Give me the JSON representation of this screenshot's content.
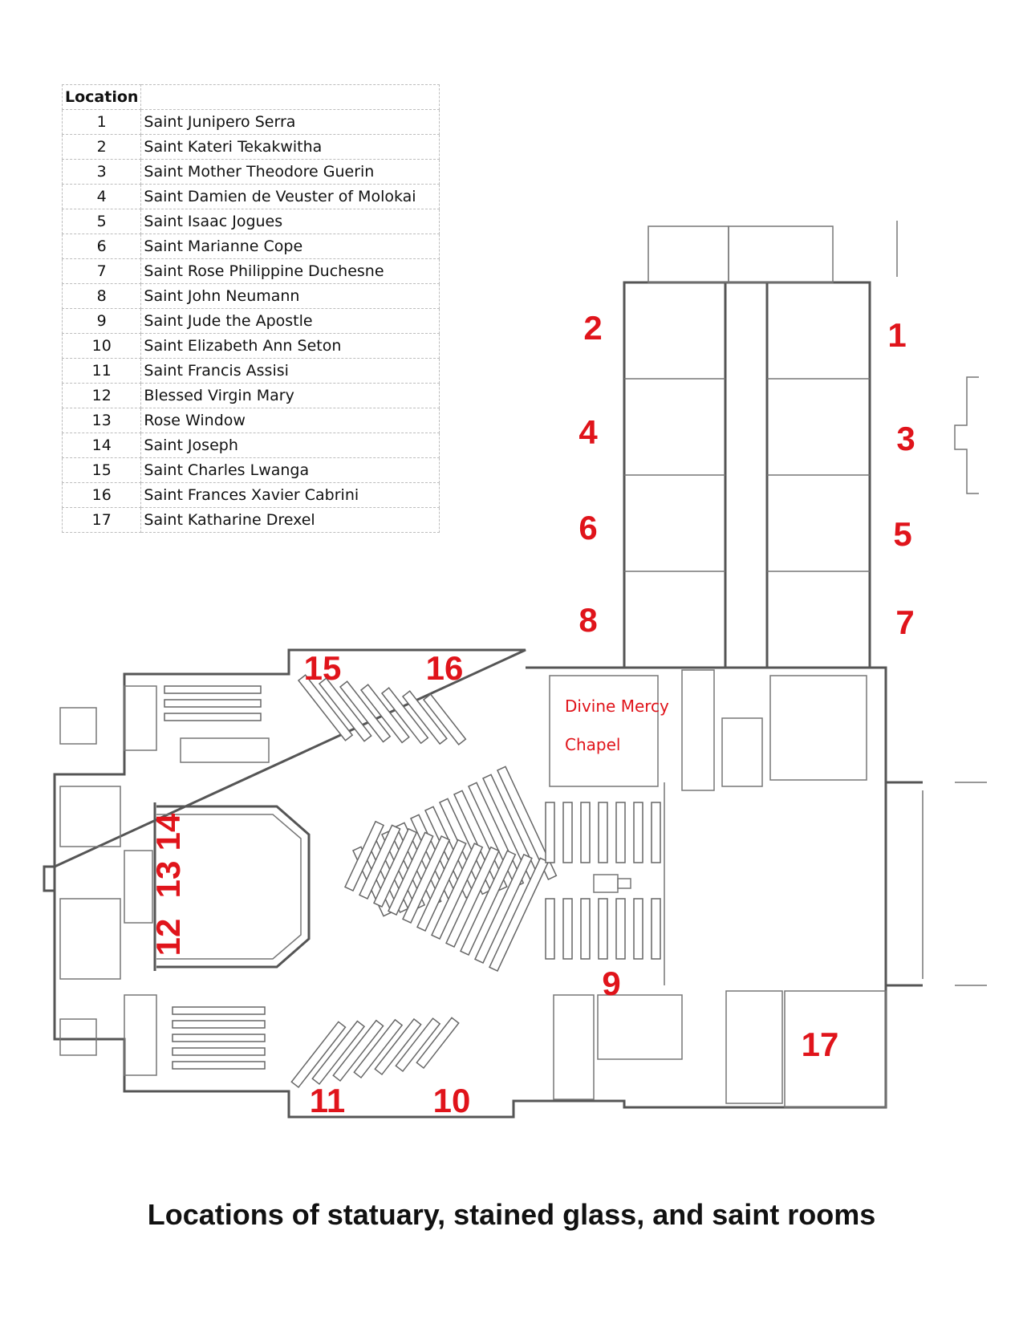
{
  "legend": {
    "header": "Location",
    "rows": [
      {
        "num": "1",
        "name": "Saint Junipero Serra"
      },
      {
        "num": "2",
        "name": "Saint Kateri Tekakwitha"
      },
      {
        "num": "3",
        "name": "Saint Mother Theodore Guerin"
      },
      {
        "num": "4",
        "name": "Saint Damien de Veuster of Molokai"
      },
      {
        "num": "5",
        "name": "Saint Isaac Jogues"
      },
      {
        "num": "6",
        "name": "Saint Marianne Cope"
      },
      {
        "num": "7",
        "name": "Saint Rose Philippine Duchesne"
      },
      {
        "num": "8",
        "name": "Saint John Neumann"
      },
      {
        "num": "9",
        "name": "Saint Jude the Apostle"
      },
      {
        "num": "10",
        "name": "Saint Elizabeth Ann Seton"
      },
      {
        "num": "11",
        "name": "Saint Francis Assisi"
      },
      {
        "num": "12",
        "name": "Blessed Virgin Mary"
      },
      {
        "num": "13",
        "name": "Rose Window"
      },
      {
        "num": "14",
        "name": "Saint Joseph"
      },
      {
        "num": "15",
        "name": "Saint Charles Lwanga"
      },
      {
        "num": "16",
        "name": "Saint Frances Xavier Cabrini"
      },
      {
        "num": "17",
        "name": "Saint Katharine Drexel"
      }
    ]
  },
  "floorplan": {
    "markers": [
      "1",
      "2",
      "3",
      "4",
      "5",
      "6",
      "7",
      "8",
      "9",
      "10",
      "11",
      "12",
      "13",
      "14",
      "15",
      "16",
      "17"
    ],
    "chapel_line1": "Divine  Mercy",
    "chapel_line2": "Chapel",
    "marker_color": "#e0141b"
  },
  "caption": "Locations of statuary, stained glass, and saint rooms"
}
